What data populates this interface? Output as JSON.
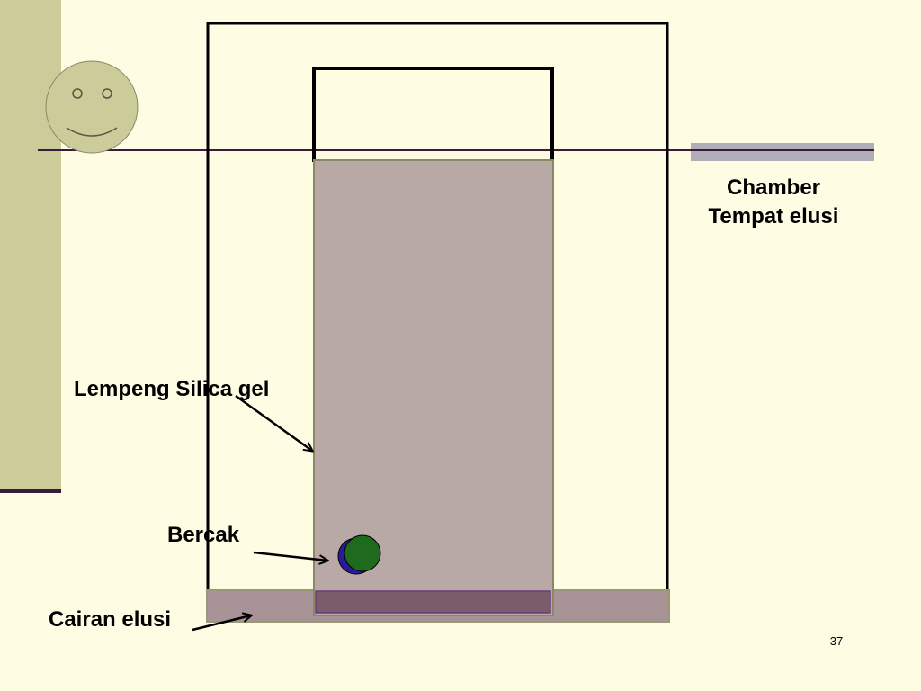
{
  "labels": {
    "chamber_line1": "Chamber",
    "chamber_line2": "Tempat elusi",
    "silica": "Lempeng Silica gel",
    "bercak": "Bercak",
    "cairan": "Cairan elusi"
  },
  "page_number": "37",
  "colors": {
    "background": "#fefde3",
    "sidebar": "#cccc9a",
    "plate": "#b8a8a6",
    "eluent": "#a89496",
    "eluent_inside": "#7a5c6a",
    "spot_green": "#1e6b1e",
    "spot_blue": "#2a1aa0",
    "accent_line": "#3a1a3a",
    "gray_bar": "#b0aeb8"
  },
  "icons": {
    "face": "smiley-face-icon"
  }
}
